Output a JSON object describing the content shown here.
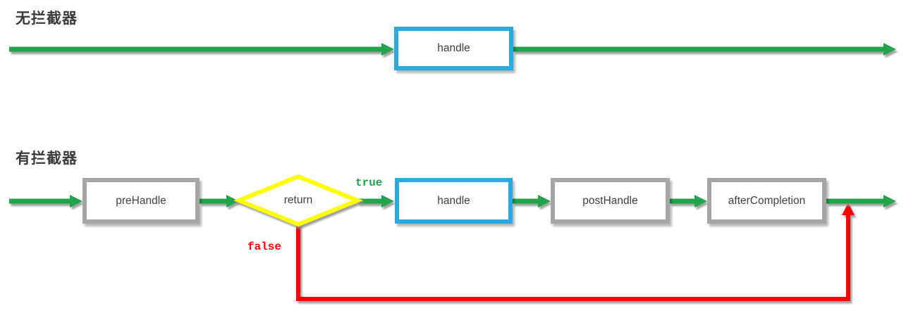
{
  "colors": {
    "arrow_green": "#22A44D",
    "handler_blue": "#29ABE2",
    "interceptor_gray": "#A6A6A6",
    "decision_yellow": "#FFFF00",
    "branch_red": "#FF0000",
    "label_text": "#404040",
    "heading_text": "#3B3B3B"
  },
  "sections": {
    "no_interceptor": {
      "heading": "无拦截器",
      "nodes": [
        {
          "label": "handle"
        }
      ]
    },
    "with_interceptor": {
      "heading": "有拦截器",
      "nodes": [
        {
          "label": "preHandle"
        },
        {
          "label": "return"
        },
        {
          "label": "handle"
        },
        {
          "label": "postHandle"
        },
        {
          "label": "afterCompletion"
        }
      ],
      "branches": {
        "true_label": "true",
        "false_label": "false"
      }
    }
  }
}
